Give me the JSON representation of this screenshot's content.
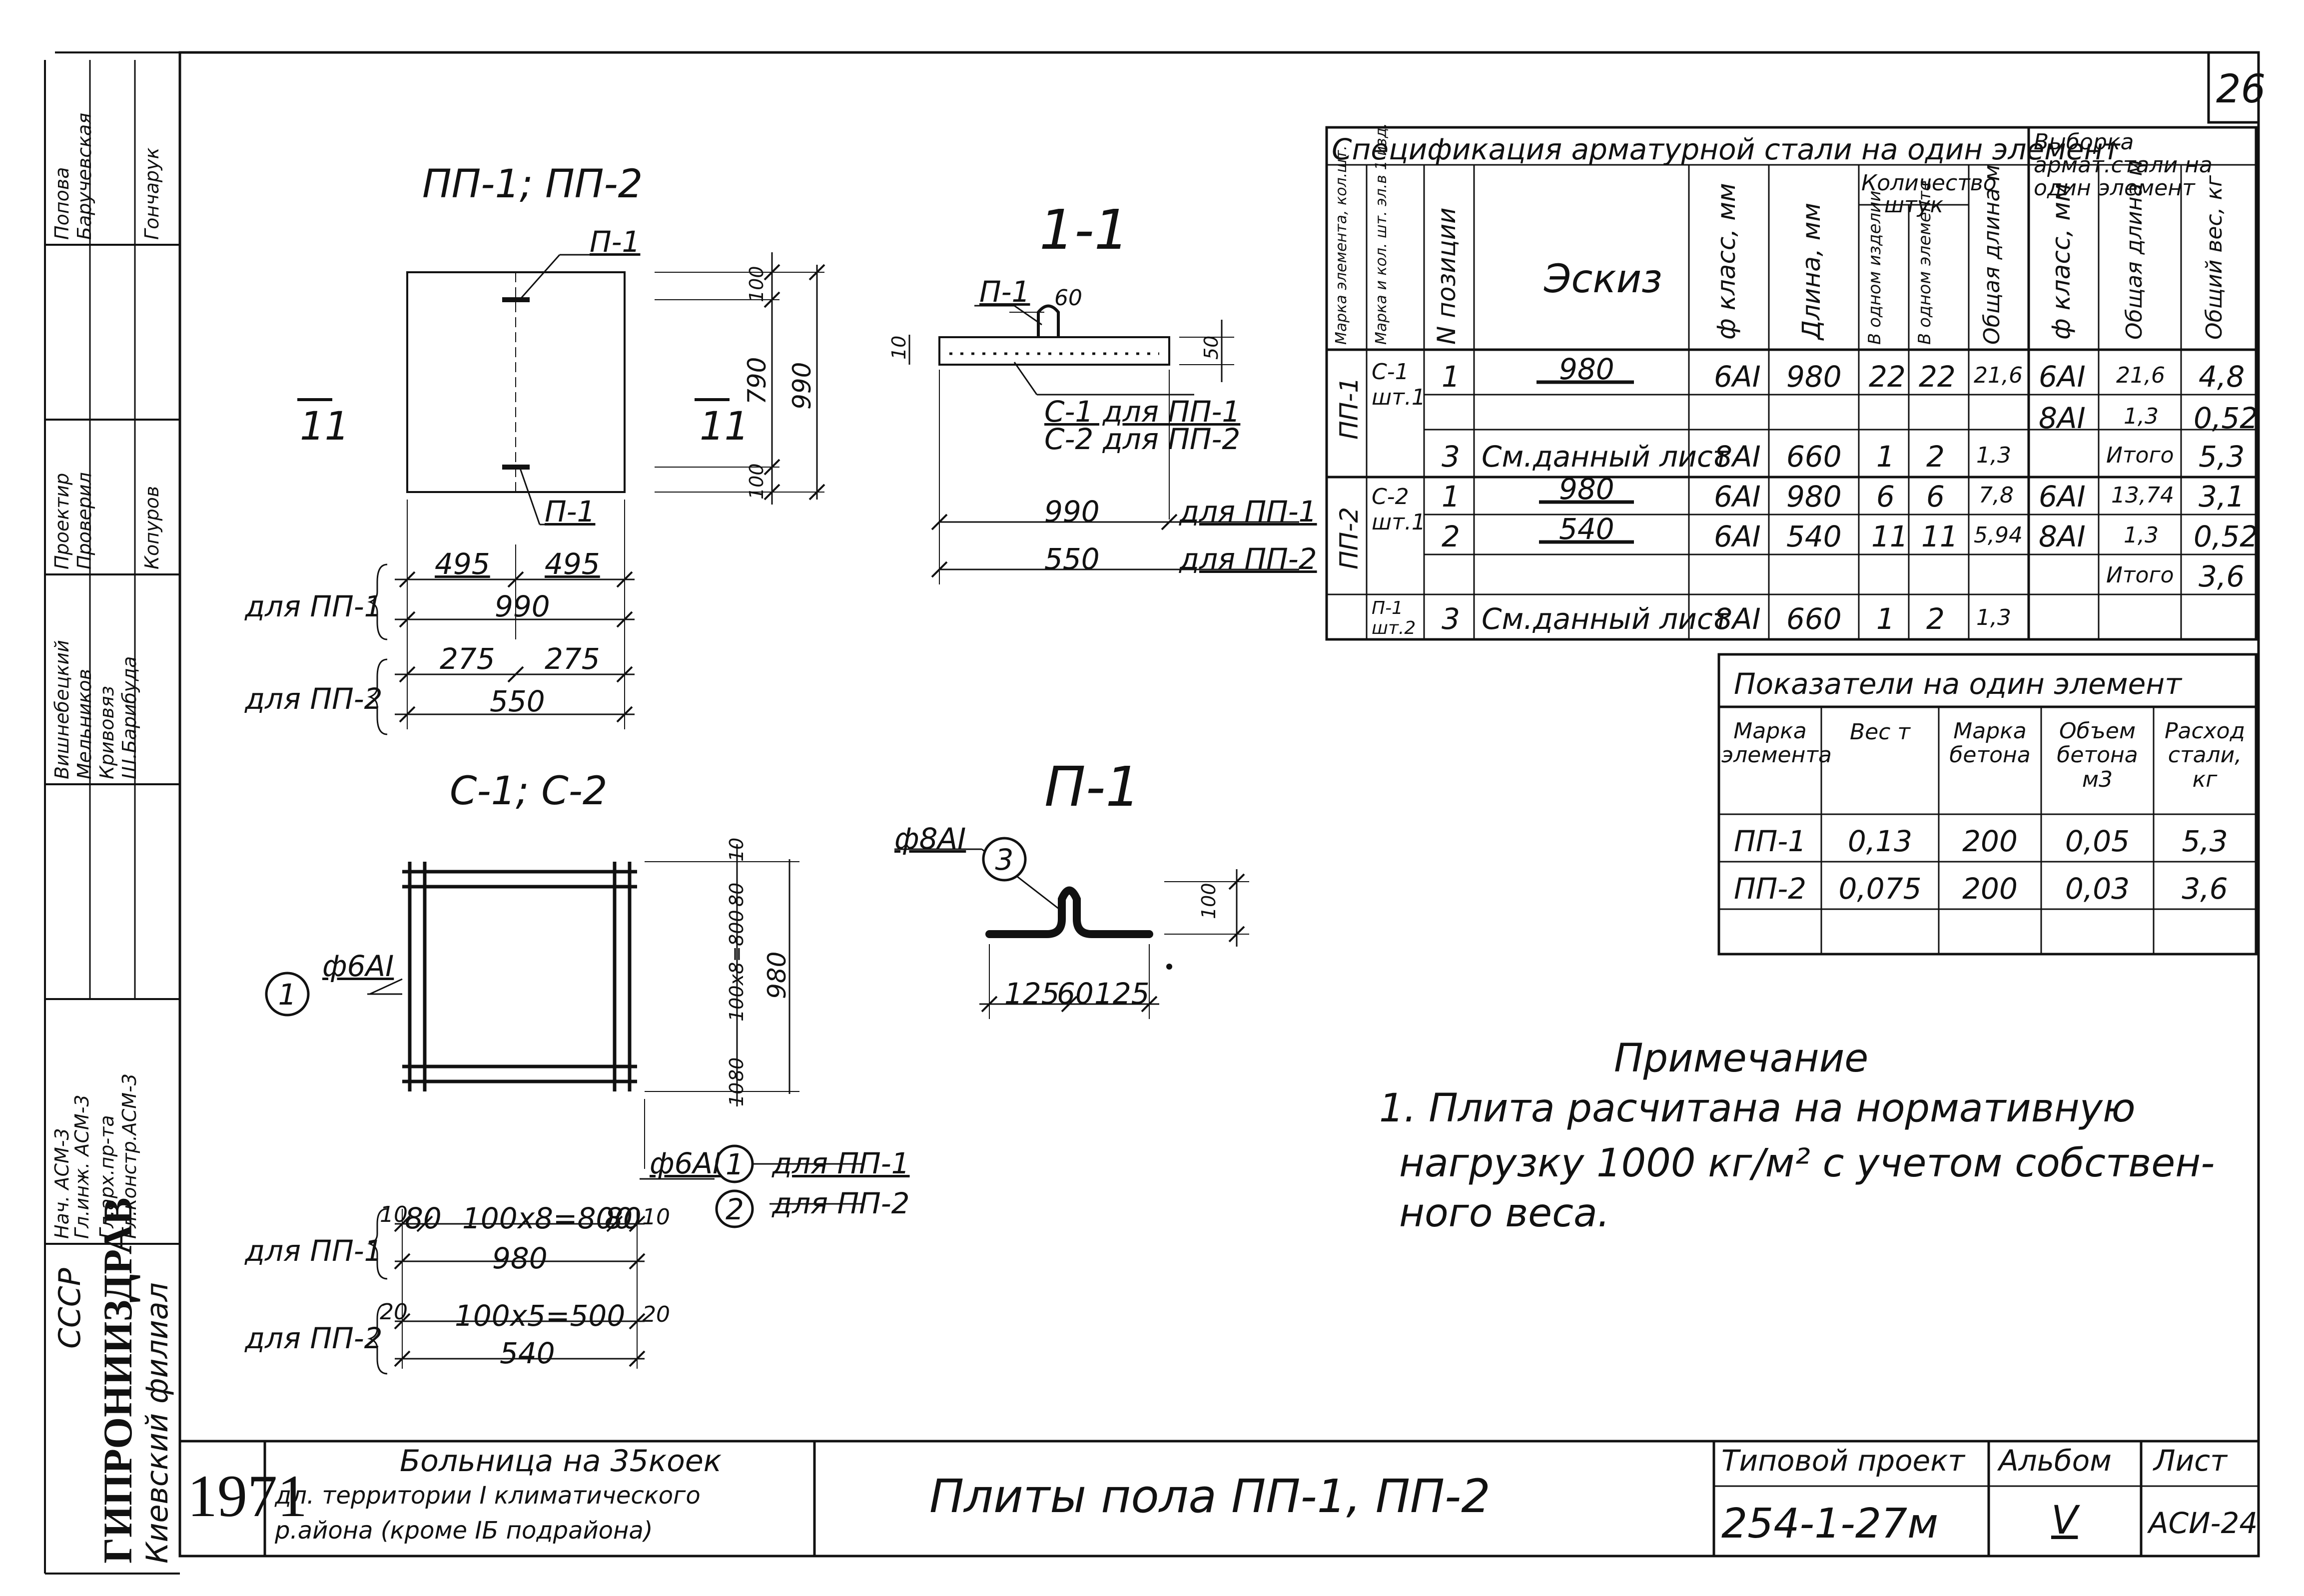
{
  "sheet_number": "26",
  "drawings": {
    "plate_title": "ПП-1; ПП-2",
    "section_title": "1-1",
    "mesh_title": "С-1; С-2",
    "loop_title": "П-1",
    "plate": {
      "loop_top": "П-1",
      "loop_bottom": "П-1",
      "dim_top": "100",
      "dim_mid": "790",
      "dim_bottom": "100",
      "dim_total": "990",
      "section_mark": "11",
      "section_mark_right": "11",
      "pp1_label": "для ПП-1",
      "pp1_half_a": "495",
      "pp1_half_b": "495",
      "pp1_total": "990",
      "pp2_label": "для ПП-2",
      "pp2_half_a": "275",
      "pp2_half_b": "275",
      "pp2_total": "550"
    },
    "section": {
      "loop": "П-1",
      "loop_w": "60",
      "thickness": "50",
      "cover": "10",
      "mesh_note_1": "С-1 для ПП-1",
      "mesh_note_2": "С-2 для ПП-2",
      "len_1": "990",
      "len_1_note": "для ПП-1",
      "len_2": "550",
      "len_2_note": "для ПП-2"
    },
    "mesh": {
      "bar_pos": "1",
      "bar_dia": "ф6АI",
      "dim_right_a": "10",
      "dim_right_b": "80",
      "dim_right_c": "100x8=800",
      "dim_right_d": "80",
      "dim_right_e": "10",
      "dim_total": "980",
      "legend_dia": "ф6АI",
      "legend_pos_1": "1",
      "legend_pp1": "для ПП-1",
      "legend_pos_2": "2",
      "legend_pp2": "для ПП-2",
      "pp1_label": "для ПП-1",
      "pp1_a": "10",
      "pp1_b": "80",
      "pp1_c": "100х8=800",
      "pp1_d": "80",
      "pp1_e": "10",
      "pp1_total": "980",
      "pp2_label": "для ПП-2",
      "pp2_a": "20",
      "pp2_c": "100х5=500",
      "pp2_e": "20",
      "pp2_total": "540"
    },
    "loop": {
      "dia": "ф8АI",
      "pos": "3",
      "height": "100",
      "dim_a": "125",
      "dim_b": "60",
      "dim_c": "125"
    }
  },
  "spec_table": {
    "title": "Спецификация арматурной стали на один элемент",
    "sample_title": "Выборка армат.стали на один элемент",
    "headers": {
      "element": "Марка элемента, кол.шт.",
      "mark": "Марка и кол. шт. эл.в 1 изд.",
      "pos": "N позиции",
      "sketch": "Эскиз",
      "dia": "ф класс, мм",
      "length": "Длина, мм",
      "count": "Количество штук",
      "count_one": "В одном изделии",
      "count_elem": "В одном элементе",
      "total_len": "Общая длина м",
      "s_dia": "ф класс, мм",
      "s_len": "Общая длина м",
      "s_weight": "Общий вес, кг"
    },
    "rows": [
      {
        "el": "ПП-1",
        "mark": "С-1 шт.1",
        "pos": "1",
        "sketch": "980",
        "dia": "6АI",
        "len": "980",
        "n1": "22",
        "n2": "22",
        "tot": "21,6",
        "sd": "6АI",
        "sl": "21,6",
        "sw": "4,8"
      },
      {
        "el": "",
        "mark": "",
        "pos": "",
        "sketch": "",
        "dia": "",
        "len": "",
        "n1": "",
        "n2": "",
        "tot": "",
        "sd": "8АI",
        "sl": "1,3",
        "sw": "0,52"
      },
      {
        "el": "",
        "mark": "",
        "pos": "3",
        "sketch": "См.данный лист",
        "dia": "8АI",
        "len": "660",
        "n1": "1",
        "n2": "2",
        "tot": "1,3",
        "sd": "",
        "sl": "Итого",
        "sw": "5,3"
      },
      {
        "el": "ПП-2",
        "mark": "С-2 шт.1",
        "pos": "1",
        "sketch": "980",
        "dia": "6АI",
        "len": "980",
        "n1": "6",
        "n2": "6",
        "tot": "7,8",
        "sd": "6АI",
        "sl": "13,74",
        "sw": "3,1"
      },
      {
        "el": "",
        "mark": "",
        "pos": "2",
        "sketch": "540",
        "dia": "6АI",
        "len": "540",
        "n1": "11",
        "n2": "11",
        "tot": "5,94",
        "sd": "8АI",
        "sl": "1,3",
        "sw": "0,52"
      },
      {
        "el": "",
        "mark": "",
        "pos": "",
        "sketch": "",
        "dia": "",
        "len": "",
        "n1": "",
        "n2": "",
        "tot": "",
        "sd": "",
        "sl": "Итого",
        "sw": "3,6"
      },
      {
        "el": "",
        "mark": "П-1 шт.2",
        "pos": "3",
        "sketch": "См.данный лист",
        "dia": "8АI",
        "len": "660",
        "n1": "1",
        "n2": "2",
        "tot": "1,3",
        "sd": "",
        "sl": "",
        "sw": ""
      }
    ]
  },
  "indicators": {
    "title": "Показатели на один элемент",
    "headers": [
      "Марка элемента",
      "Вес т",
      "Марка бетона",
      "Объем бетона м3",
      "Расход стали, кг"
    ],
    "rows": [
      [
        "ПП-1",
        "0,13",
        "200",
        "0,05",
        "5,3"
      ],
      [
        "ПП-2",
        "0,075",
        "200",
        "0,03",
        "3,6"
      ]
    ]
  },
  "note": {
    "title": "Примечание",
    "line1": "1. Плита расчитана на нормативную",
    "line2": "нагрузку 1000 кг/м² с учетом собствен-",
    "line3": "ного веса."
  },
  "title_block": {
    "year": "1971",
    "project_line1": "Больница на 35коек",
    "project_line2": "дл. территории I климатического",
    "project_line3": "р.айона (кроме IБ подрайона)",
    "sheet_title": "Плиты пола ПП-1, ПП-2",
    "typical_label": "Типовой проект",
    "typical_value": "254-1-27м",
    "album_label": "Альбом",
    "album_value": "V",
    "sheet_label": "Лист",
    "sheet_value": "АСИ-24"
  },
  "side_block": {
    "org": "ГИПРОНИИЗДРАВ",
    "org_sub": "Киевский филиал",
    "country": "СССР",
    "roles": [
      "Нач. АСМ-3",
      "Гл.инж. АСМ-3",
      "Гл.арх.пр-та",
      "Гл.констр.АСМ-3",
      "Вишнебецкий",
      "Мельников",
      "Кривовяз",
      "Ш.Барибуда",
      "Проектир",
      "Проверил",
      "Копуров",
      "Поповa",
      "Баручевская",
      "Гончарук"
    ]
  }
}
